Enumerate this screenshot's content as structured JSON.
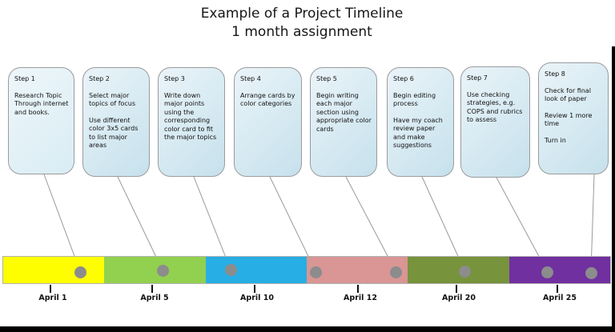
{
  "title": {
    "line1": "Example of a Project Timeline",
    "line2": "1 month assignment"
  },
  "steps": [
    {
      "label": "Step 1",
      "paragraphs": [
        "Research Topic Through internet and books."
      ]
    },
    {
      "label": "Step 2",
      "paragraphs": [
        "Select major topics of focus",
        "Use different color 3x5 cards to list major areas"
      ]
    },
    {
      "label": "Step 3",
      "paragraphs": [
        "Write down major points using the corresponding color card to fit the major topics"
      ]
    },
    {
      "label": "Step 4",
      "paragraphs": [
        "Arrange cards by color categories"
      ]
    },
    {
      "label": "Step 5",
      "paragraphs": [
        "Begin writing each major section using appropriate color cards"
      ]
    },
    {
      "label": "Step 6",
      "paragraphs": [
        "Begin editing process",
        "Have my coach review paper and make suggestions"
      ]
    },
    {
      "label": "Step 7",
      "paragraphs": [
        "Use checking strategies, e.g. COPS and rubrics to assess"
      ]
    },
    {
      "label": "Step 8",
      "paragraphs": [
        "Check for final look of paper",
        "Review 1 more time",
        "Turn in"
      ]
    }
  ],
  "timeline": {
    "segments": [
      {
        "date": "April 1",
        "color": "#FEFE00"
      },
      {
        "date": "April 5",
        "color": "#92D050"
      },
      {
        "date": "April 10",
        "color": "#27AEE4"
      },
      {
        "date": "April 12",
        "color": "#D99694"
      },
      {
        "date": "April 20",
        "color": "#77933C"
      },
      {
        "date": "April 25",
        "color": "#7030A0"
      }
    ],
    "dot_color": "#8C8C8C",
    "connector_color": "#999999"
  }
}
